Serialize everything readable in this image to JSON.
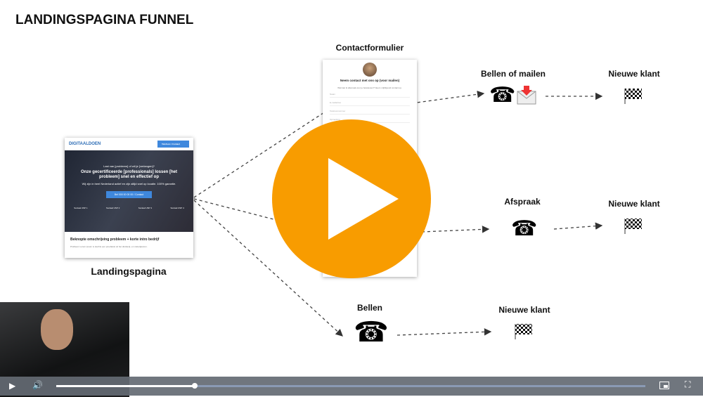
{
  "title": "LANDINGSPAGINA FUNNEL",
  "landing": {
    "label": "Landingspagina",
    "logo": "DIGITAALDOEN",
    "header_button": "Telefoon / Contact",
    "question": "Last van [probleem] of wil je [verlangen]?",
    "headline": "Onze gecertificeerde [professionals] lossen [het probleem] snel en effectief op",
    "sub": "Wij zijn in heel Nederland actief en zijn altijd snel op locatie. 100% garantie.",
    "cta": "Bel 000 00 00 00 / Contact",
    "usps": [
      "Sociaal USP 1",
      "Sociaal USP 2",
      "Sociaal USP 3",
      "Sociaal USP 4"
    ],
    "section_title": "Beknopte omschrijving probleem + korte intro bedrijf",
    "section_text": "Probleem Lorem ipsum is slechts een proeftekst uit het drukkerij- en zetterijwezen."
  },
  "contact": {
    "label": "Contactformulier",
    "form_title": "Neem contact met ons op (voor mailen)",
    "form_text": "Wat kan ik allemaal voor je betekenen? Neem vrijblijvend contact op.",
    "fields": [
      "Naam",
      "E-mailadres",
      "Telefoonnummer",
      "Opmerking"
    ]
  },
  "nodes": {
    "call_mail": "Bellen of mailen",
    "afspraak": "Afspraak",
    "bellen": "Bellen",
    "klant1": "Nieuwe klant",
    "klant2": "Nieuwe klant",
    "klant3": "Nieuwe klant"
  },
  "player": {
    "progress": 0.235,
    "accent": "#f89c00"
  }
}
